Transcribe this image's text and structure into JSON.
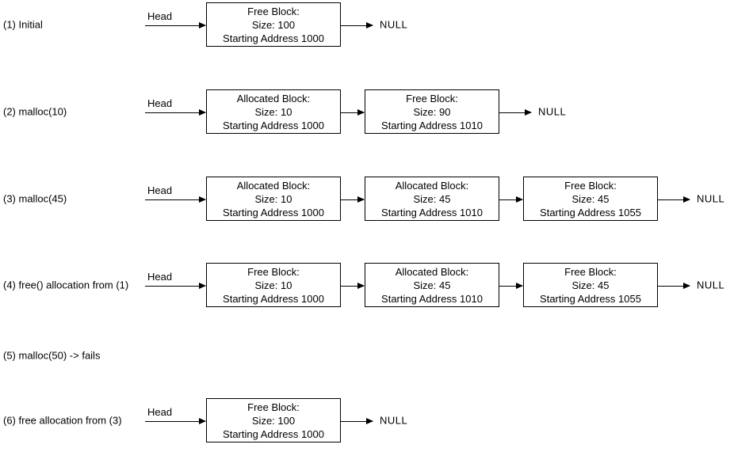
{
  "rows": [
    {
      "label": "(1) Initial",
      "head_label": "Head",
      "null_label": "NULL",
      "boxes": [
        {
          "lines": [
            "Free Block:",
            "Size: 100",
            "Starting Address 1000"
          ]
        }
      ]
    },
    {
      "label": "(2) malloc(10)",
      "head_label": "Head",
      "null_label": "NULL",
      "boxes": [
        {
          "lines": [
            "Allocated Block:",
            "Size: 10",
            "Starting Address 1000"
          ]
        },
        {
          "lines": [
            "Free Block:",
            "Size: 90",
            "Starting Address 1010"
          ]
        }
      ]
    },
    {
      "label": "(3) malloc(45)",
      "head_label": "Head",
      "null_label": "NULL",
      "boxes": [
        {
          "lines": [
            "Allocated Block:",
            "Size: 10",
            "Starting Address 1000"
          ]
        },
        {
          "lines": [
            "Allocated Block:",
            "Size: 45",
            "Starting Address 1010"
          ]
        },
        {
          "lines": [
            "Free Block:",
            "Size: 45",
            "Starting Address 1055"
          ]
        }
      ]
    },
    {
      "label": "(4) free() allocation from (1)",
      "head_label": "Head",
      "null_label": "NULL",
      "boxes": [
        {
          "lines": [
            "Free Block:",
            "Size: 10",
            "Starting Address 1000"
          ]
        },
        {
          "lines": [
            "Allocated Block:",
            "Size: 45",
            "Starting Address 1010"
          ]
        },
        {
          "lines": [
            "Free Block:",
            "Size: 45",
            "Starting Address 1055"
          ]
        }
      ]
    },
    {
      "label": "(5) malloc(50) -> fails",
      "boxes": []
    },
    {
      "label": "(6) free allocation from (3)",
      "head_label": "Head",
      "null_label": "NULL",
      "boxes": [
        {
          "lines": [
            "Free Block:",
            "Size: 100",
            "Starting Address 1000"
          ]
        }
      ]
    }
  ]
}
